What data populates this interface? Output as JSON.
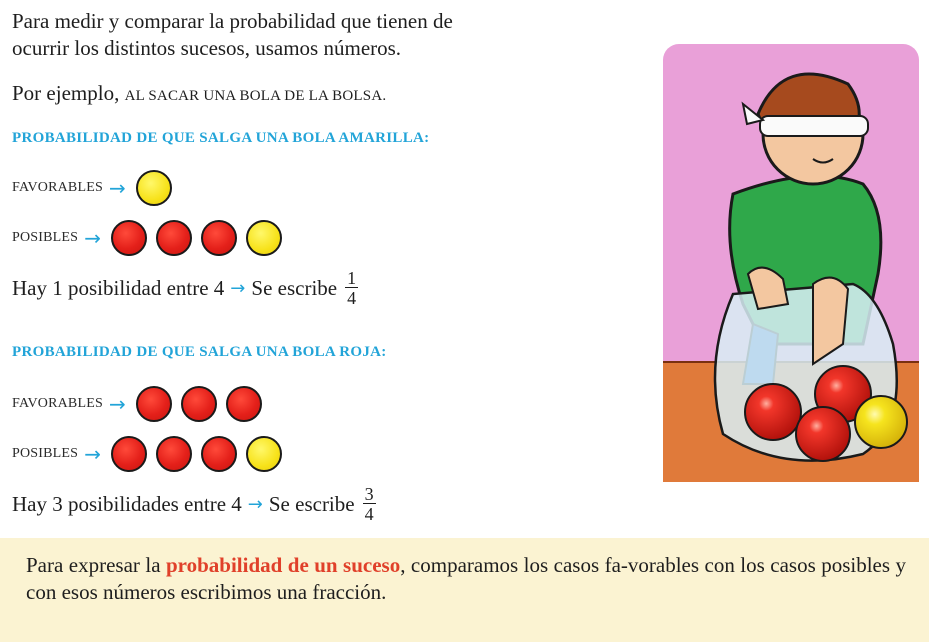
{
  "intro": {
    "line1": "Para medir y comparar la probabilidad que tienen de",
    "line2": "ocurrir los distintos sucesos, usamos números."
  },
  "example": {
    "lead": "Por ejemplo, ",
    "caps": "AL SACAR UNA BOLA DE LA BOLSA."
  },
  "section_yellow": {
    "heading": "PROBABILIDAD DE QUE SALGA UNA BOLA AMARILLA:",
    "favorables_label": "FAVORABLES",
    "favorables_balls": [
      "yellow"
    ],
    "posibles_label": "POSIBLES",
    "posibles_balls": [
      "red",
      "red",
      "red",
      "yellow"
    ],
    "hay_text": "Hay 1 posibilidad entre 4",
    "se_escribe": "Se escribe",
    "numerator": "1",
    "denominator": "4"
  },
  "section_red": {
    "heading": "PROBABILIDAD DE QUE SALGA UNA BOLA ROJA:",
    "favorables_label": "FAVORABLES",
    "favorables_balls": [
      "red",
      "red",
      "red"
    ],
    "posibles_label": "POSIBLES",
    "posibles_balls": [
      "red",
      "red",
      "red",
      "yellow"
    ],
    "hay_text": "Hay 3 posibilidades entre 4",
    "se_escribe": "Se escribe",
    "numerator": "3",
    "denominator": "4"
  },
  "conclusion": {
    "before": "Para expresar la ",
    "highlight": "probabilidad de un suceso",
    "after": ", comparamos los casos fa-vorables con los casos posibles y con esos números escribimos una fracción."
  },
  "colors": {
    "accent_blue": "#22a4d8",
    "highlight_red": "#e0402a",
    "ball_red": "#e4201a",
    "ball_yellow": "#f7e21a",
    "conclusion_bg": "#fbf3d2",
    "illustration_bg": "#e9a0d8"
  }
}
